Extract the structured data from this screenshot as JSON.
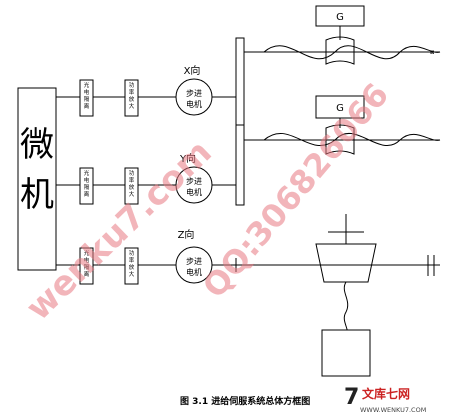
{
  "microcomputer": "微\n机",
  "rows": [
    {
      "box1": "光电隔离",
      "box2": "功率放大",
      "motor": "步进\n电机",
      "axis": "X向"
    },
    {
      "box1": "光电隔离",
      "box2": "功率放大",
      "motor": "步进\n电机",
      "axis": "Y向"
    },
    {
      "box1": "光电隔离",
      "box2": "功率放大",
      "motor": "步进\n电机",
      "axis": "Z向"
    }
  ],
  "gen_label": "G",
  "caption": "图 3.1 进给伺服系统总体方框图",
  "watermarks": [
    "wenku7.com",
    "QQ:306826066"
  ],
  "logo": {
    "brand": "文库七网",
    "url": "WWW.WENKU7.COM"
  }
}
